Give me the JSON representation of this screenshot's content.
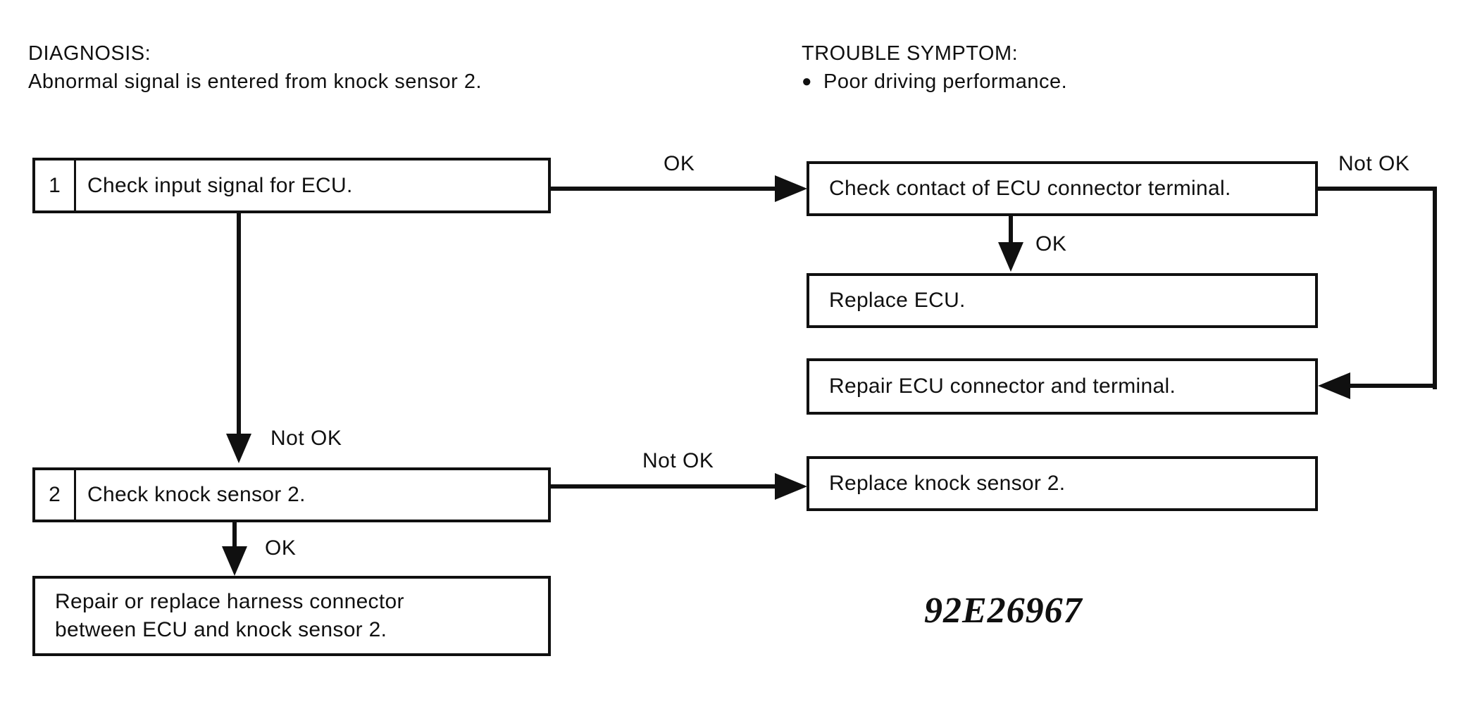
{
  "colors": {
    "ink": "#101010",
    "background": "#ffffff"
  },
  "header": {
    "diagnosis": {
      "label": "DIAGNOSIS:",
      "text": "Abnormal signal is entered from knock sensor 2."
    },
    "trouble_symptom": {
      "label": "TROUBLE SYMPTOM:",
      "bullet": "●",
      "text": "Poor driving performance."
    }
  },
  "flowchart": {
    "steps": [
      {
        "number": "1",
        "text": "Check input signal for ECU."
      },
      {
        "number": "2",
        "text": "Check knock sensor 2."
      }
    ],
    "result_boxes": {
      "check_contact": "Check contact of ECU connector terminal.",
      "replace_ecu": "Replace ECU.",
      "repair_connector": "Repair ECU connector and terminal.",
      "replace_sensor": "Replace knock sensor 2.",
      "repair_harness": "Repair or replace harness connector between ECU and knock sensor 2."
    },
    "edge_labels": {
      "step1_ok": "OK",
      "contact_not_ok": "Not OK",
      "contact_ok": "OK",
      "step1_not_ok": "Not OK",
      "step2_not_ok": "Not OK",
      "step2_ok": "OK"
    }
  },
  "figure_code": "92E26967"
}
